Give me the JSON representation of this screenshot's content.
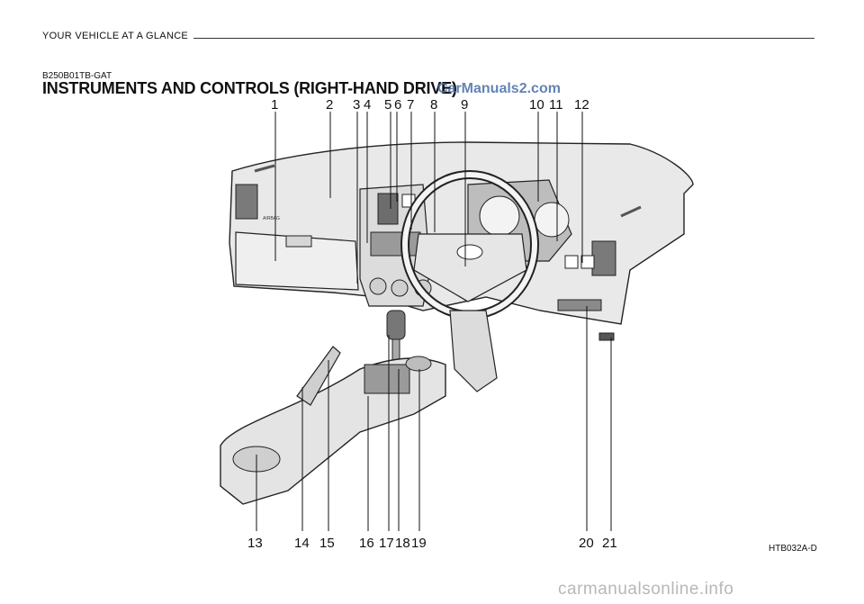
{
  "header": {
    "section_title": "YOUR VEHICLE AT A GLANCE"
  },
  "doc_code": "B250B01TB-GAT",
  "page_title": "INSTRUMENTS AND CONTROLS (RIGHT-HAND DRIVE)",
  "watermark_top": "CarManuals2.com",
  "figure_code": "HTB032A-D",
  "watermark_bottom": "carmanualsonline.info",
  "callouts_top": [
    "1",
    "2",
    "3",
    "4",
    "5",
    "6",
    "7",
    "8",
    "9",
    "10",
    "11",
    "12"
  ],
  "callouts_bottom": [
    "13",
    "14",
    "15",
    "16",
    "17",
    "18",
    "19",
    "20",
    "21"
  ],
  "illustration_labels": {
    "airbag": "AIRBAG"
  }
}
